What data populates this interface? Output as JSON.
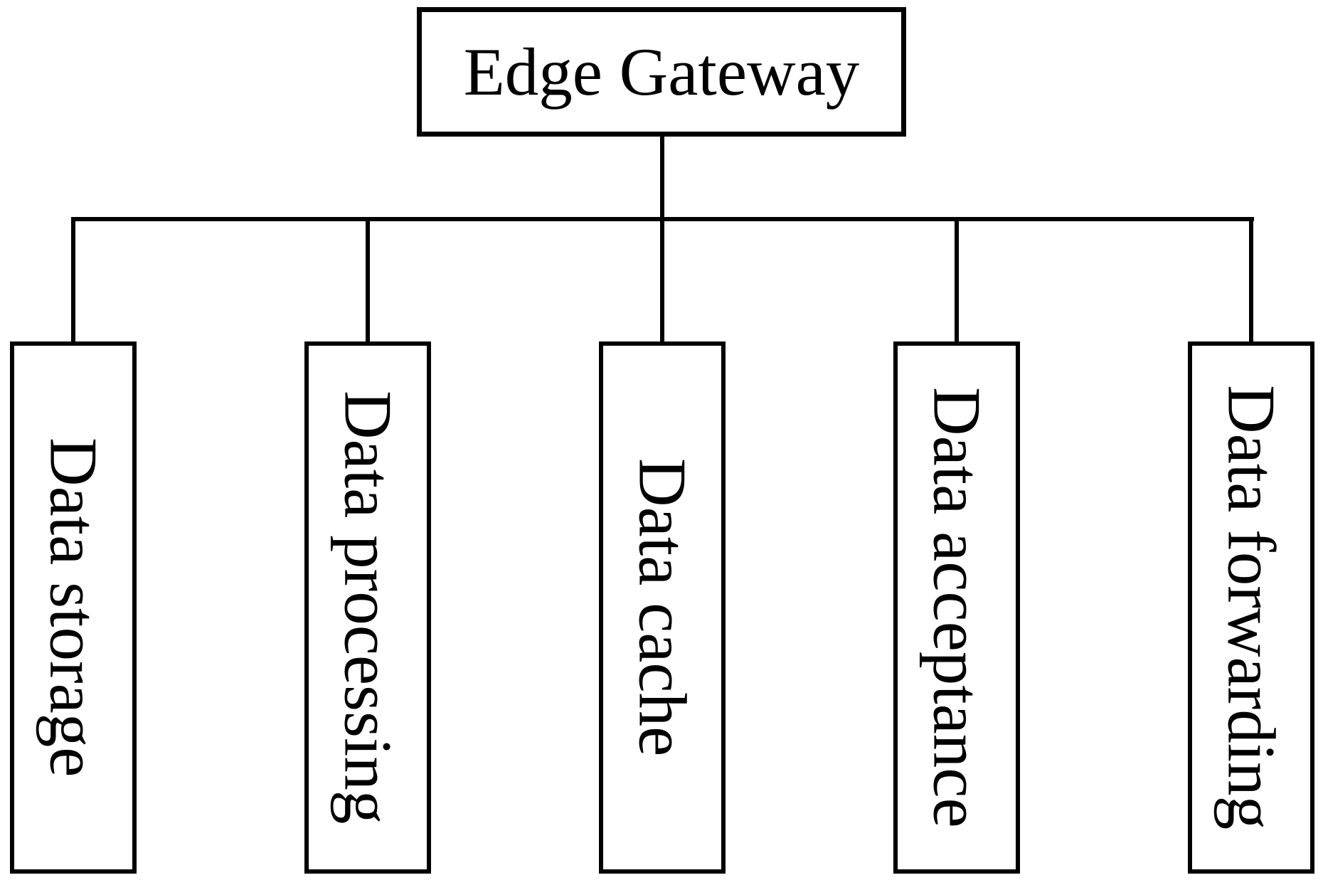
{
  "diagram": {
    "type": "tree",
    "root": {
      "label": "Edge Gateway"
    },
    "children": [
      {
        "label": "Data storage"
      },
      {
        "label": "Data processing"
      },
      {
        "label": "Data cache"
      },
      {
        "label": "Data acceptance"
      },
      {
        "label": "Data forwarding"
      }
    ],
    "colors": {
      "line": "#000000",
      "text": "#000000",
      "box_fill": "#ffffff",
      "background": "#ffffff"
    }
  }
}
